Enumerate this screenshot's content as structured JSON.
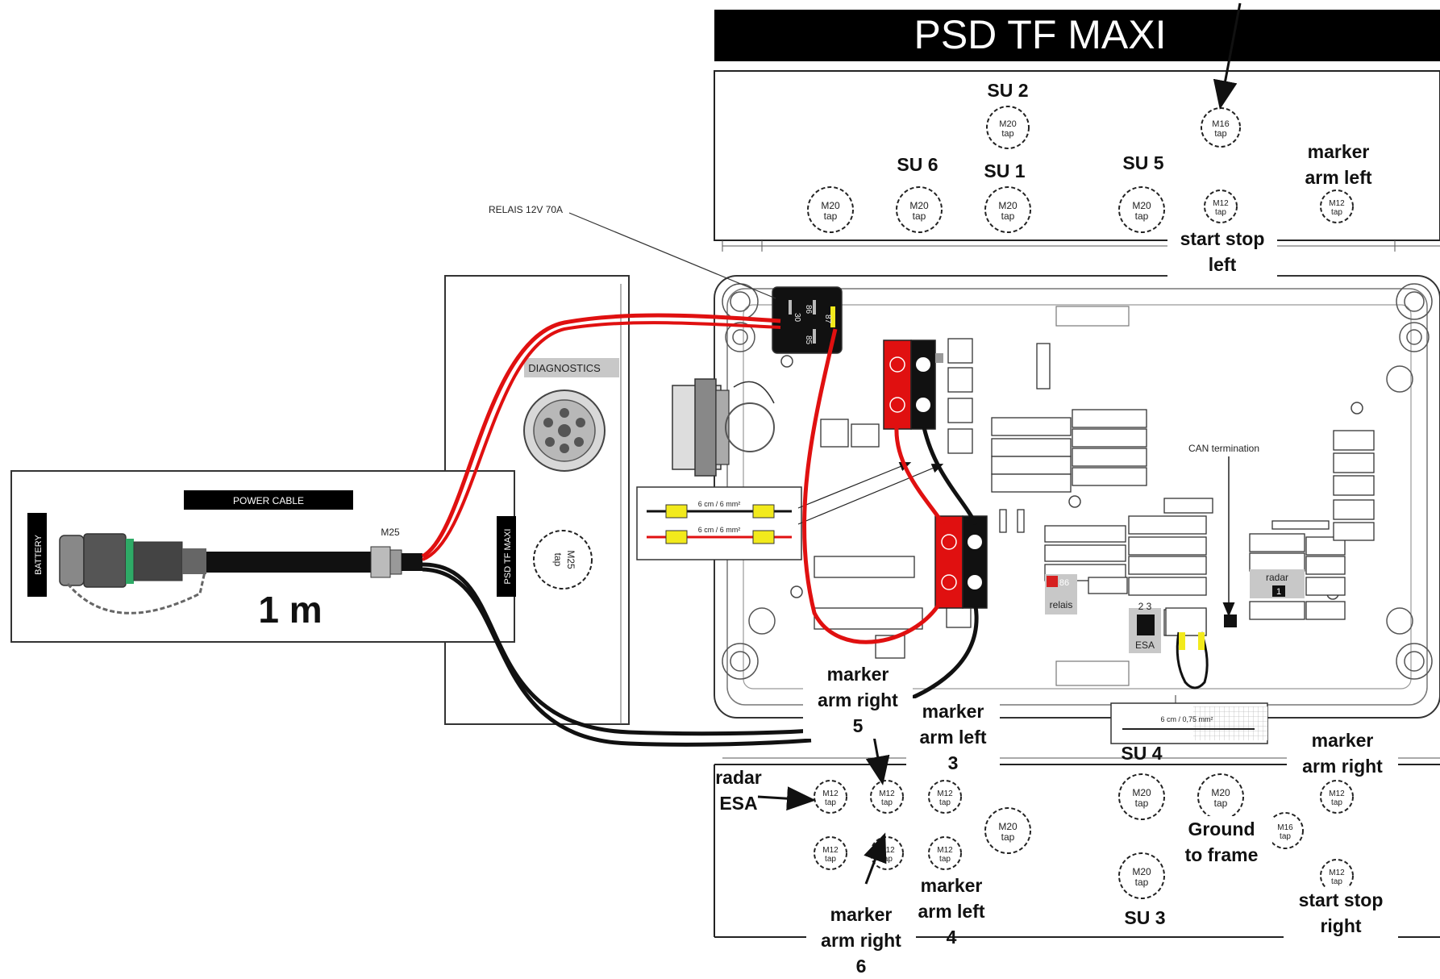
{
  "title": "PSD TF MAXI",
  "cable": {
    "power_cable": "POWER CABLE",
    "battery": "BATTERY",
    "psd_side": "PSD TF MAXI",
    "gland": "M25",
    "length": "1 m"
  },
  "parts": {
    "relais": "RELAIS 12V 70A",
    "diagnostics": "DIAGNOSTICS",
    "can_termination": "CAN termination",
    "wire_1": "6 cm / 6 mm²",
    "wire_2": "6 cm / 6 mm²",
    "wire_ground": "6 cm / 0,75 mm²",
    "board_relais": "relais",
    "board_relais_pin": "86",
    "board_radar": "radar",
    "board_radar_pin": "1",
    "board_esa": "ESA",
    "board_esa_pins": "2  3",
    "relay_pin_30": "30",
    "relay_pin_86": "86",
    "relay_pin_85": "85",
    "relay_pin_87": "87"
  },
  "gland_text": {
    "m20": "M20",
    "m16": "M16",
    "m12": "M12",
    "m25": "M25",
    "tap": "tap"
  },
  "labels": {
    "su2": "SU 2",
    "su6": "SU 6",
    "su1": "SU 1",
    "su5": "SU 5",
    "marker_arm_left_top": [
      "marker",
      "arm left"
    ],
    "start_stop_left": [
      "start stop",
      "left"
    ],
    "marker_arm_right_5": [
      "marker",
      "arm right",
      "5"
    ],
    "marker_arm_left_3": [
      "marker",
      "arm left",
      "3"
    ],
    "su4": "SU 4",
    "marker_arm_right_bottom": [
      "marker",
      "arm right"
    ],
    "radar_esa": [
      "radar",
      "ESA"
    ],
    "ground_to_frame": [
      "Ground",
      "to frame"
    ],
    "marker_arm_left_4": [
      "marker",
      "arm left",
      "4"
    ],
    "marker_arm_right_6": [
      "marker",
      "arm right",
      "6"
    ],
    "su3": "SU 3",
    "start_stop_right": [
      "start stop",
      "right"
    ]
  },
  "colors": {
    "wire_red": "#e01010",
    "wire_black": "#111111",
    "connector_yellow": "#f2ea1c",
    "banner": "#000000"
  }
}
